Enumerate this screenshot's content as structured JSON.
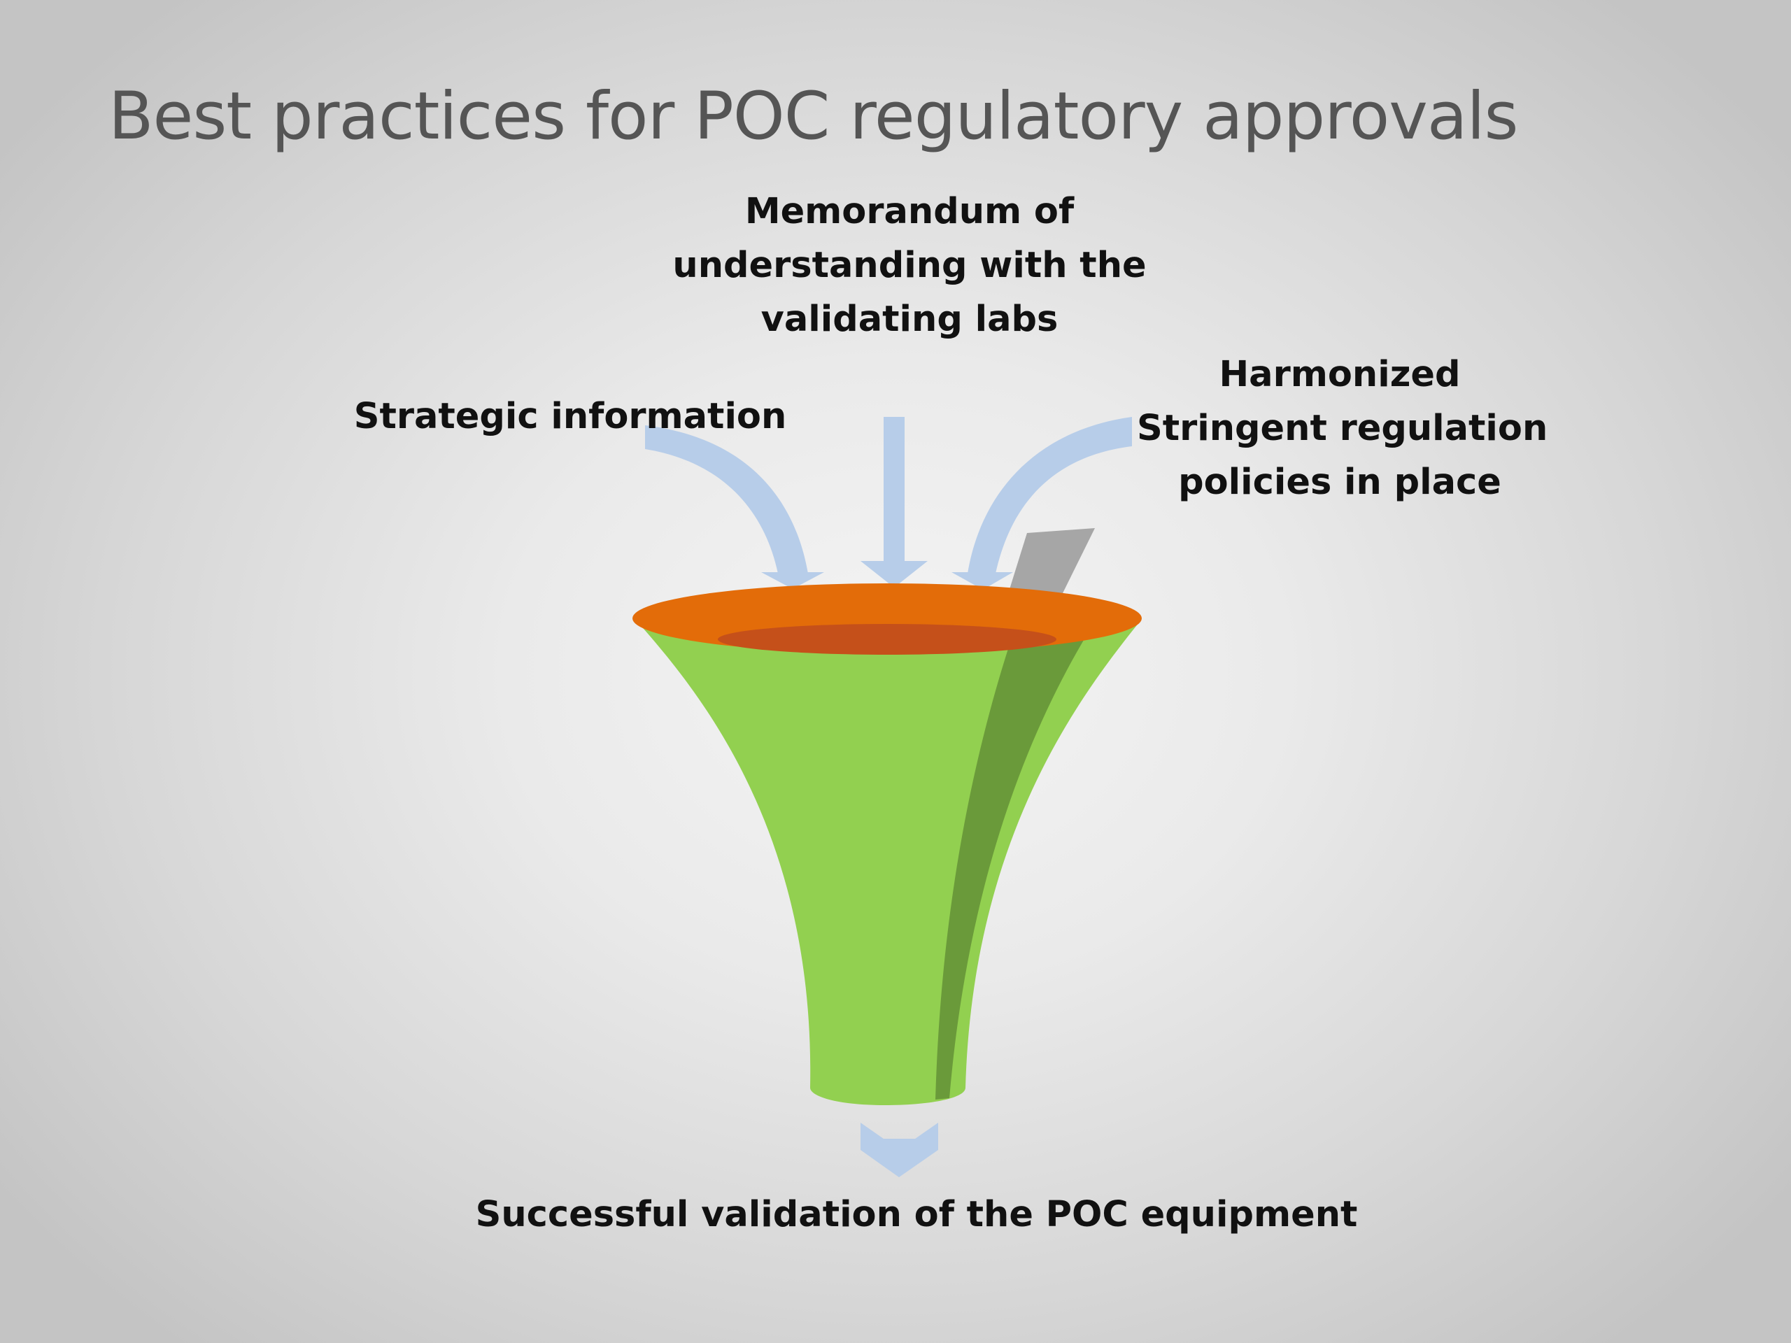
{
  "slide": {
    "title": "Best practices for POC regulatory approvals"
  },
  "inputs": {
    "memorandum": {
      "line1": "Memorandum of",
      "line2": "understanding with the",
      "line3": "validating labs"
    },
    "strategic": {
      "line1": "Strategic information"
    },
    "harmonized": {
      "line1": "Harmonized",
      "line2": "Stringent regulation",
      "line3": "policies in place"
    }
  },
  "output": {
    "line1": "Successful validation of the POC equipment"
  },
  "colors": {
    "title": "#555555",
    "label": "#111111",
    "arrow": "#b7cde9",
    "funnel_body": "#92d050",
    "funnel_shade": "#6a9a3a",
    "funnel_rim": "#e36c09",
    "funnel_opening": "#c5501a",
    "tab": "#a6a6a6"
  }
}
